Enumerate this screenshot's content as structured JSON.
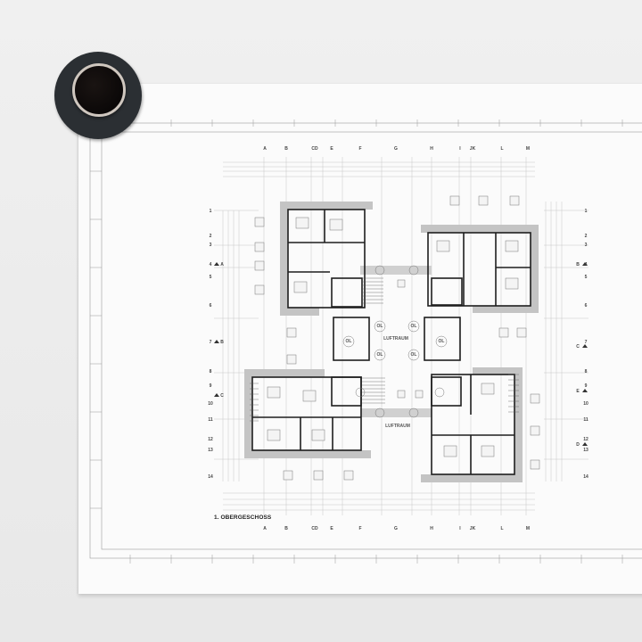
{
  "scene": {
    "description": "Architectural floor plan printout held to a wall by a round magnet",
    "colors": {
      "wall": "#ececec",
      "paper": "#fbfbfb",
      "magnet_ring": "#2b2f33",
      "magnet_core": "#0b0808",
      "ink": "#222222",
      "wall_hatch": "#b9b9b9"
    }
  },
  "drawing": {
    "title": "1. OBERGESCHOSS",
    "grid_columns": [
      "A",
      "B",
      "CD",
      "E",
      "F",
      "G",
      "H",
      "I",
      "JK",
      "L",
      "M"
    ],
    "grid_rows": [
      "1",
      "2",
      "3",
      "4",
      "5",
      "6",
      "7",
      "8",
      "9",
      "10",
      "11",
      "12",
      "13",
      "14"
    ],
    "grid_rows_right": [
      "1",
      "2",
      "3",
      "4",
      "5",
      "6",
      "7",
      "8",
      "9",
      "10",
      "11",
      "12",
      "13",
      "14"
    ],
    "section_markers_left": [
      "A",
      "B",
      "C"
    ],
    "section_markers_right": [
      "B",
      "C",
      "E",
      "D"
    ],
    "room_labels": [
      "LUFTRAUM",
      "LUFTRAUM",
      "OL",
      "OL",
      "OL",
      "OL",
      "OL",
      "OL"
    ]
  }
}
